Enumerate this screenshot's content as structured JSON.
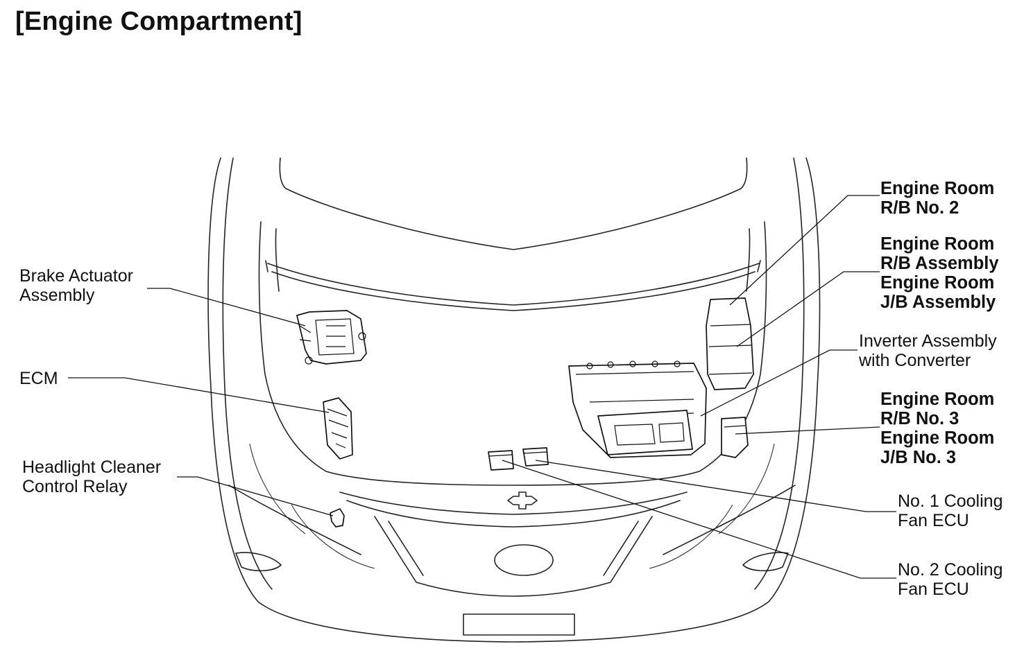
{
  "title": "[Engine Compartment]",
  "labels": {
    "brake_actuator": [
      "Brake Actuator",
      "Assembly"
    ],
    "ecm": [
      "ECM"
    ],
    "headlight_relay": [
      "Headlight Cleaner",
      "Control Relay"
    ],
    "er_rb_no2": [
      "Engine Room",
      "R/B No. 2"
    ],
    "er_rb_jb_assy": [
      "Engine Room",
      "R/B Assembly",
      "Engine Room",
      "J/B Assembly"
    ],
    "inverter": [
      "Inverter Assembly",
      "with Converter"
    ],
    "er_rb_jb_no3": [
      "Engine Room",
      "R/B No. 3",
      "Engine Room",
      "J/B No. 3"
    ],
    "cooling_fan_1": [
      "No. 1 Cooling",
      "Fan ECU"
    ],
    "cooling_fan_2": [
      "No. 2 Cooling",
      "Fan ECU"
    ]
  }
}
